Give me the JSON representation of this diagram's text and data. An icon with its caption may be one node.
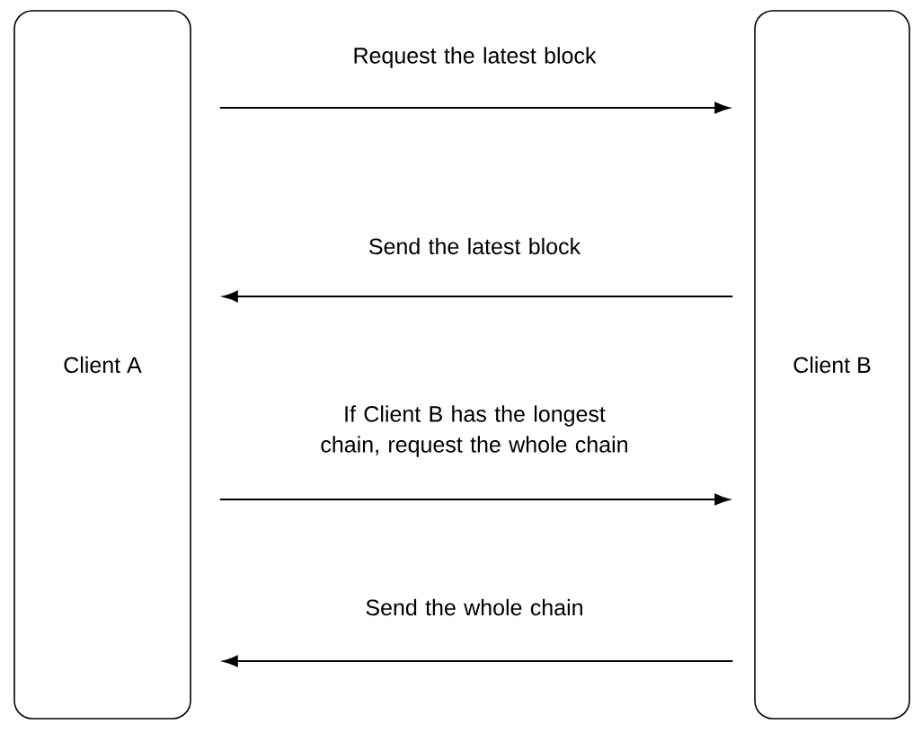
{
  "diagram": {
    "nodes": [
      {
        "text": [
          "Client A"
        ]
      },
      {
        "text": [
          "Client B"
        ]
      }
    ],
    "edges": [
      {
        "from": 0,
        "to": 1,
        "arrow": "to",
        "label": "Request the latest block"
      },
      {
        "from": 1,
        "to": 0,
        "arrow": "to",
        "label": "Send the latest block"
      },
      {
        "from": 0,
        "to": 1,
        "arrow": "to",
        "label": "If Client B has the longest chain, request the whole chain"
      },
      {
        "from": 1,
        "to": 0,
        "arrow": "to",
        "label": "Send the whole chain"
      }
    ]
  }
}
